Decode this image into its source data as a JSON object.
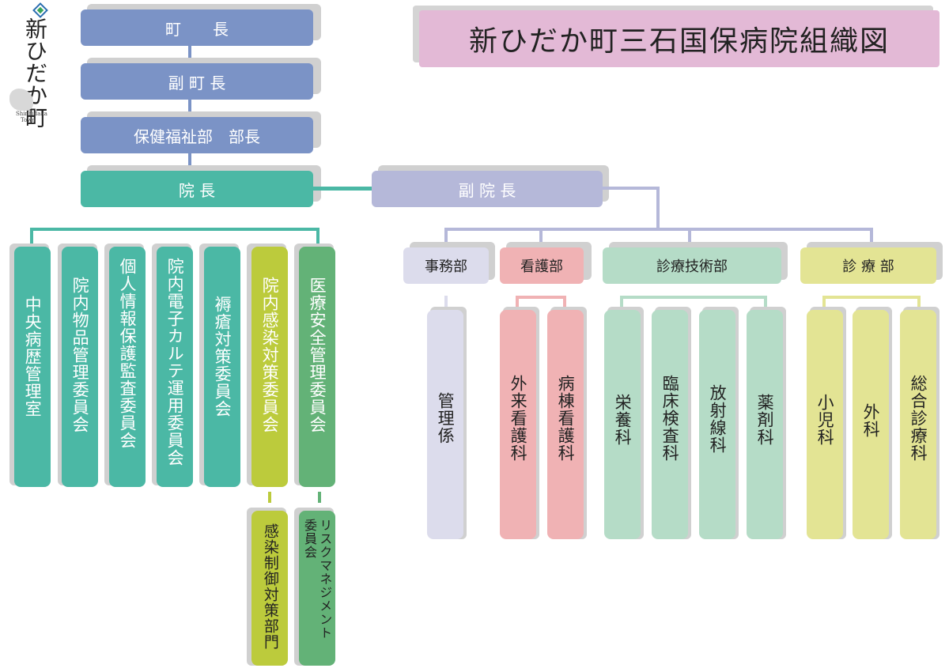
{
  "logo": {
    "name": "新ひだか町",
    "romaji": "Shinhidaka",
    "romaji2": "Town"
  },
  "title": "新ひだか町三石国保病院組織図",
  "top": {
    "mayor": "町　　長",
    "deputy_mayor": "副 町 長",
    "welfare_head": "保健福祉部　部長",
    "director": "院 長",
    "vice_director": "副 院 長"
  },
  "committees": [
    "中央病歴管理室",
    "院内物品管理委員会",
    "個人情報保護監査委員会",
    "院内電子カルテ運用委員会",
    "褥瘡対策委員会",
    "院内感染対策委員会",
    "医療安全管理委員会"
  ],
  "sub_committees": {
    "infection": "感染制御対策部門",
    "risk": "リスクマネジメント\n委員会"
  },
  "departments": {
    "admin": {
      "label": "事務部",
      "units": [
        "管理係"
      ]
    },
    "nursing": {
      "label": "看護部",
      "units": [
        "外来看護科",
        "病棟看護科"
      ]
    },
    "medtech": {
      "label": "診療技術部",
      "units": [
        "栄養科",
        "臨床検査科",
        "放射線科",
        "薬剤科"
      ]
    },
    "medical": {
      "label": "診 療 部",
      "units": [
        "小児科",
        "外科",
        "総合診療科"
      ]
    }
  },
  "colors": {
    "blue": "#7b93c6",
    "teal": "#4bb8a5",
    "lavender": "#b5b8d9",
    "lime": "#bccb3c",
    "green": "#63b277",
    "admin": "#dcdcec",
    "nursing": "#f0b2b4",
    "medtech": "#b5dcc7",
    "medical": "#e3e494"
  }
}
